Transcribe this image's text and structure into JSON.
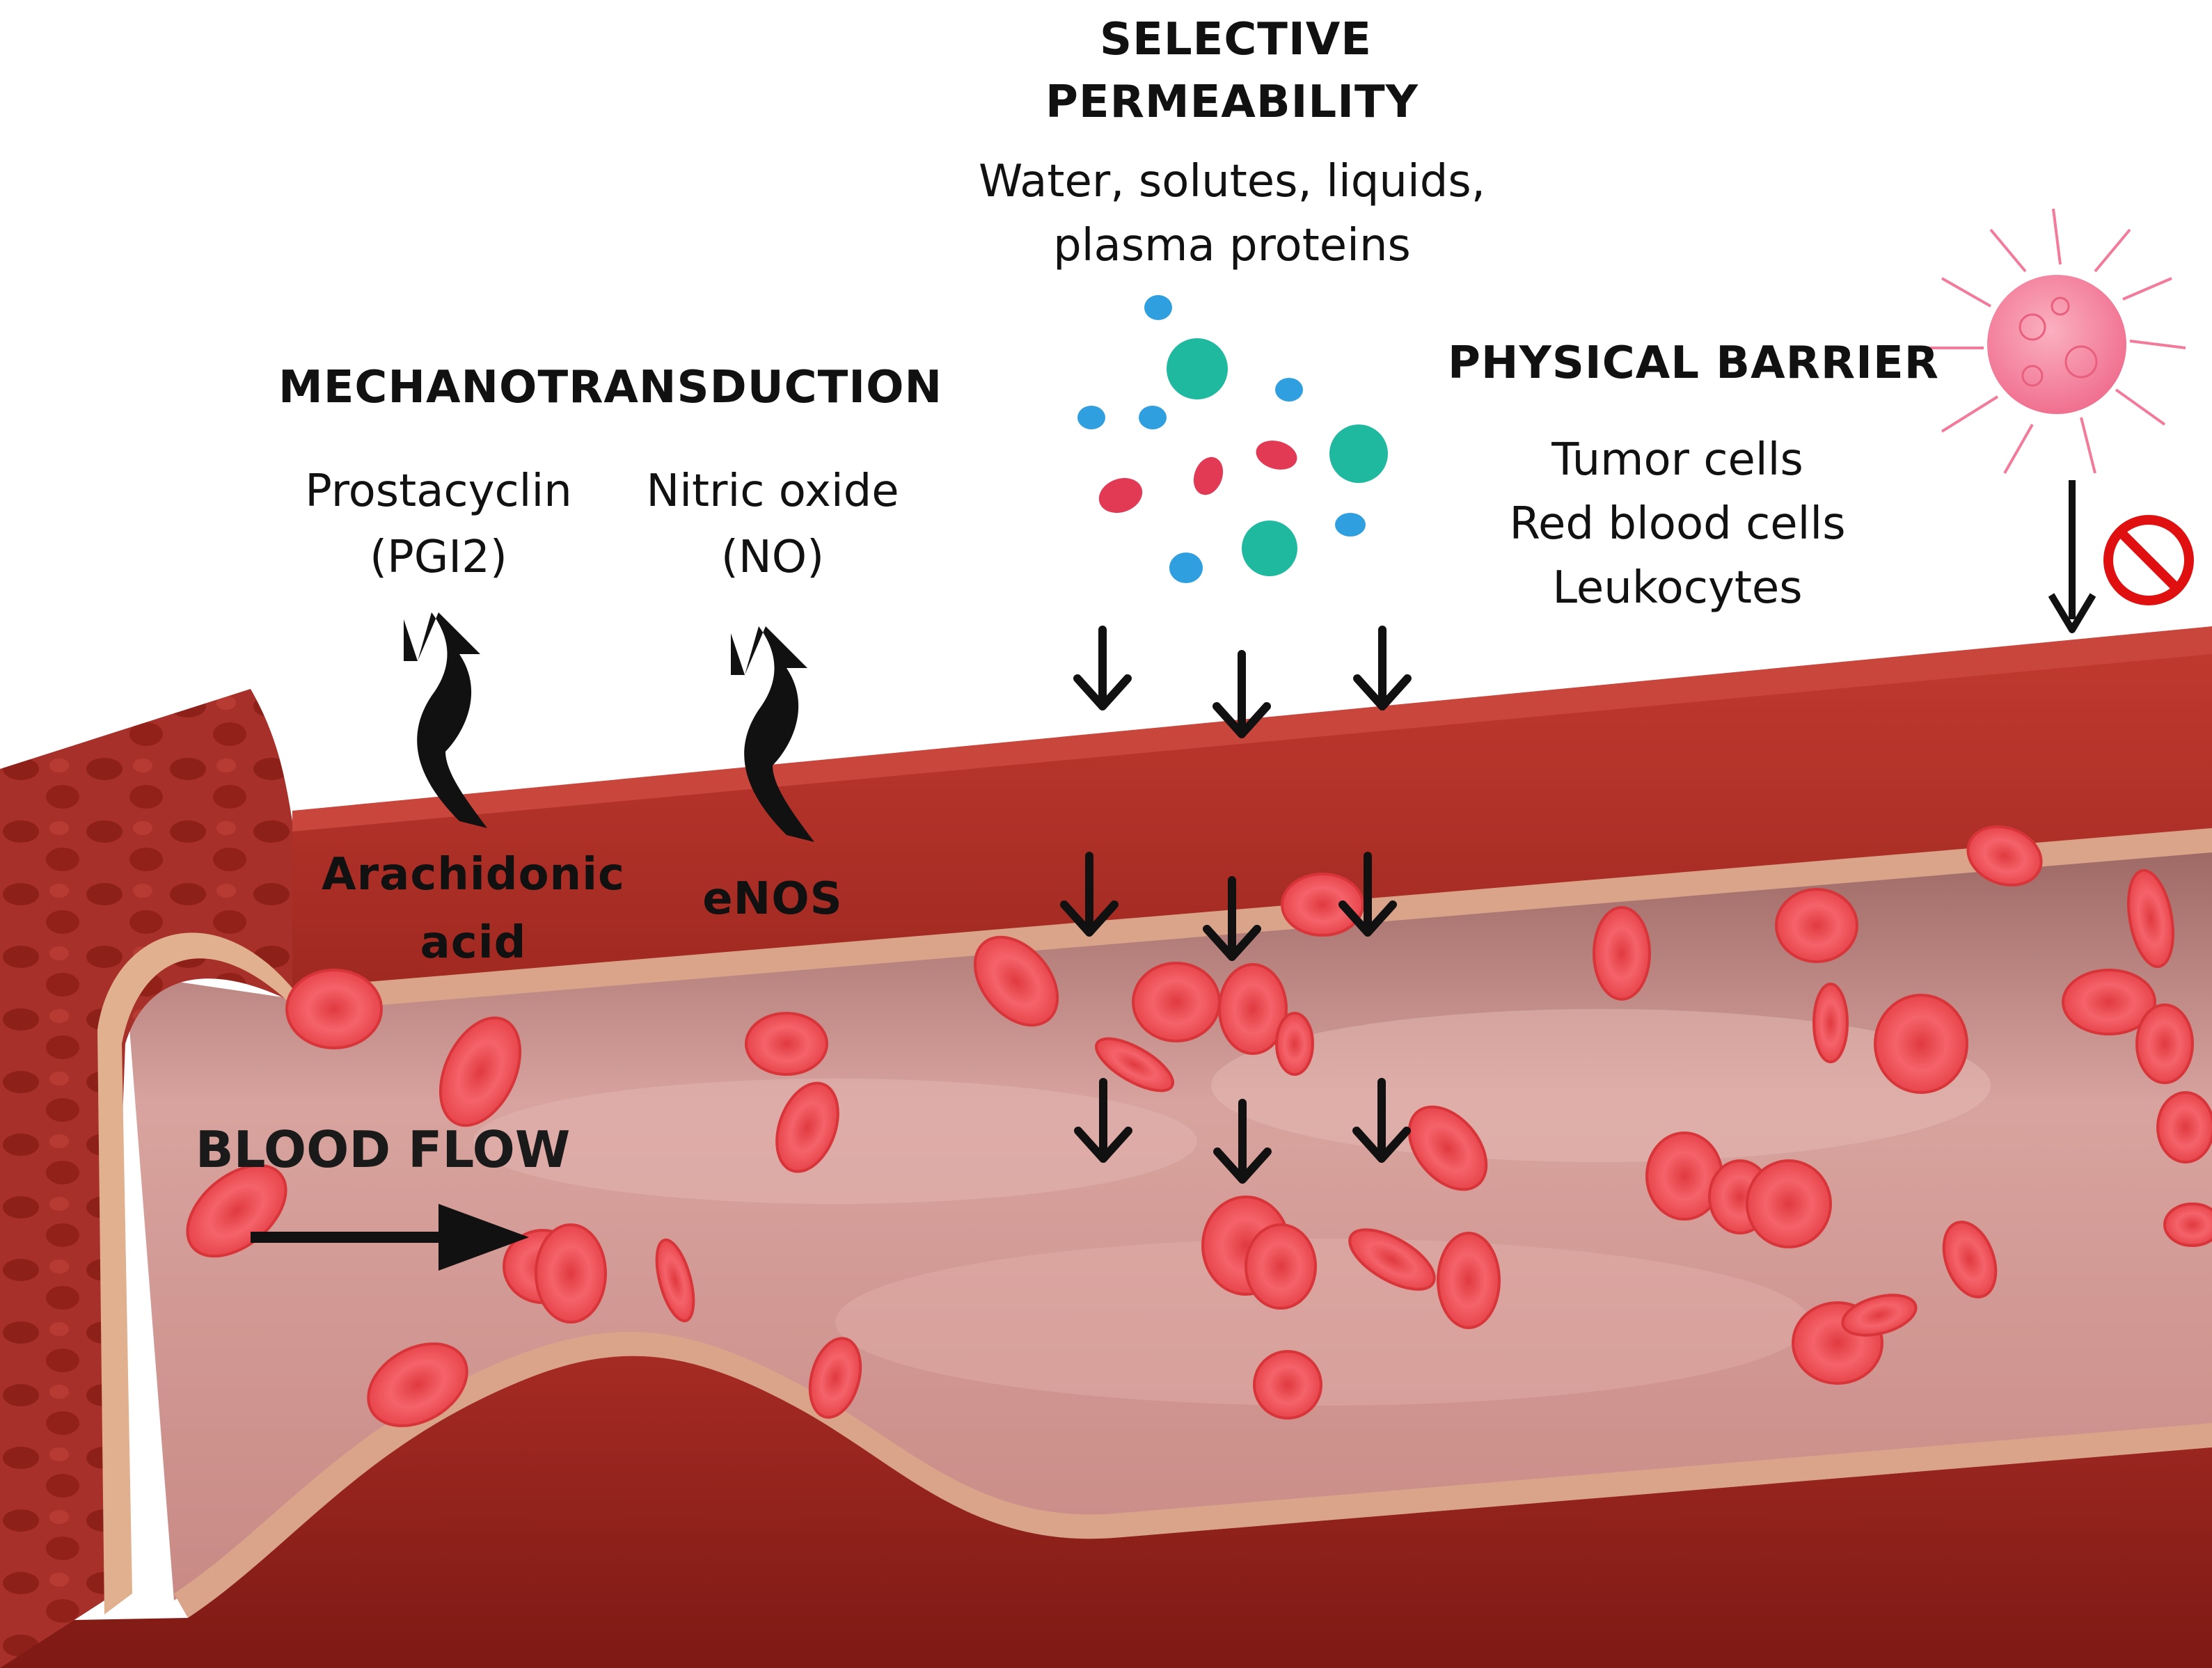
{
  "selective_permeability": {
    "title_line1": "SELECTIVE",
    "title_line2": "PERMEABILITY",
    "text_line1": "Water, solutes, liquids,",
    "text_line2": "plasma proteins"
  },
  "mechanotransduction": {
    "title": "MECHANOTRANSDUCTION",
    "prostacyclin_line1": "Prostacyclin",
    "prostacyclin_line2": "(PGI2)",
    "nitric_oxide_line1": "Nitric oxide",
    "nitric_oxide_line2": "(NO)",
    "arachidonic_line1": "Arachidonic",
    "arachidonic_line2": "acid",
    "enos": "eNOS"
  },
  "physical_barrier": {
    "title": "PHYSICAL BARRIER",
    "item1": "Tumor cells",
    "item2": "Red blood cells",
    "item3": "Leukocytes"
  },
  "blood_flow": {
    "label": "BLOOD FLOW"
  },
  "colors": {
    "vessel_wall": "#b1322a",
    "vessel_wall_dark": "#8c1f1a",
    "lumen": "#d89a95",
    "red_blood_cell": "#ec4b50",
    "solute_teal": "#1fb9a0",
    "solute_blue": "#2f9fe0",
    "solute_pink": "#e23a55",
    "tumor_cell": "#f27a9a",
    "prohibited": "#e01010",
    "arrow": "#111111"
  }
}
